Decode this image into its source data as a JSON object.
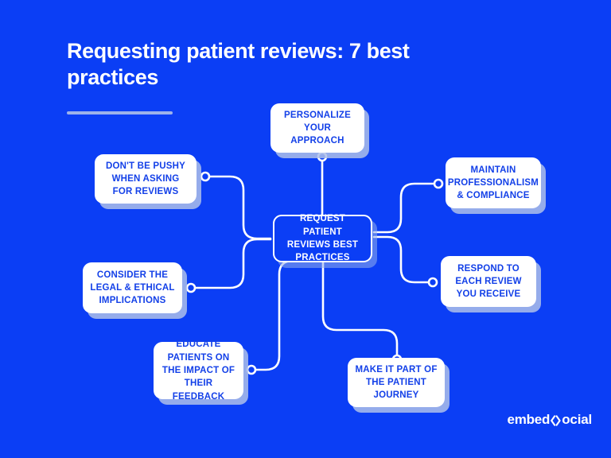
{
  "theme": {
    "background": "#0b3ef5",
    "card_bg": "#ffffff",
    "card_text": "#1340e8",
    "hub_text": "#ffffff",
    "title_color": "#ffffff",
    "rule_color": "#9db2ea",
    "wire_color": "#ffffff",
    "shadow_color": "#aec0e9"
  },
  "header": {
    "title": "Requesting patient reviews: 7 best practices"
  },
  "diagram": {
    "type": "mind-map",
    "hub": {
      "id": "hub",
      "label": "REQUEST PATIENT REVIEWS BEST PRACTICES"
    },
    "nodes": [
      {
        "id": "personalize",
        "label": "PERSONALIZE YOUR APPROACH"
      },
      {
        "id": "not-pushy",
        "label": "DON'T BE PUSHY WHEN ASKING FOR REVIEWS"
      },
      {
        "id": "legal-ethical",
        "label": "CONSIDER THE LEGAL & ETHICAL IMPLICATIONS"
      },
      {
        "id": "educate",
        "label": "EDUCATE PATIENTS ON THE IMPACT OF THEIR FEEDBACK"
      },
      {
        "id": "patient-journey",
        "label": "MAKE IT PART OF THE PATIENT JOURNEY"
      },
      {
        "id": "respond",
        "label": "RESPOND TO EACH REVIEW YOU RECEIVE"
      },
      {
        "id": "professionalism",
        "label": "MAINTAIN PROFESSIONALISM & COMPLIANCE"
      }
    ]
  },
  "footer": {
    "logo_prefix": "embed",
    "logo_mark": "diamond-chevron-mark",
    "logo_suffix": "ocial"
  }
}
